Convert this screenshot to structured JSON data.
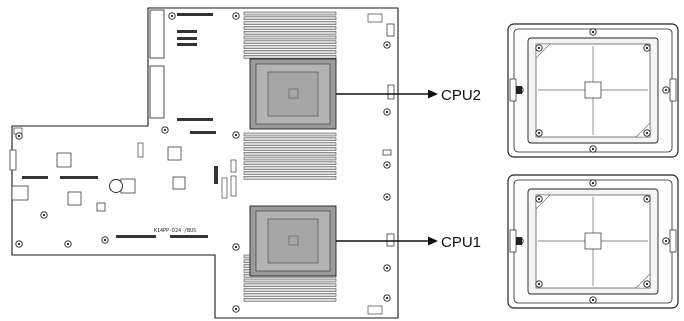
{
  "callouts": {
    "cpu2": "CPU2",
    "cpu1": "CPU1"
  },
  "board": {
    "silkscreen": "K14PP-D24 /BUS"
  },
  "colors": {
    "outline": "#1a1a1a",
    "socket_fill": "#9a9a9a",
    "socket_inner": "#b3b3b3",
    "dimm": "#d8d8d8",
    "background": "#ffffff"
  }
}
